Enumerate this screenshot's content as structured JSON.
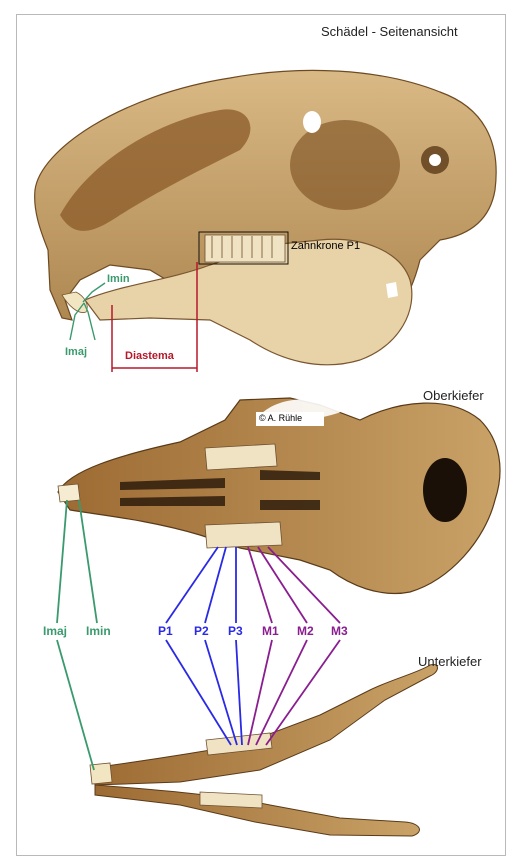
{
  "titles": {
    "side_view": "Schädel - Seitenansicht",
    "upper_jaw": "Oberkiefer",
    "lower_jaw": "Unterkiefer"
  },
  "copyright": "© A. Rühle",
  "side_labels": {
    "crown": "Zahnkrone  P1",
    "diastema": "Diastema",
    "incisor_minor": "Imin",
    "incisor_major": "Imaj"
  },
  "tooth_labels": {
    "incisor_major": "Imaj",
    "incisor_minor": "Imin",
    "premolars": [
      "P1",
      "P2",
      "P3"
    ],
    "molars": [
      "M1",
      "M2",
      "M3"
    ]
  },
  "colors": {
    "incisor_lines": "#3a9a6e",
    "premolar_lines": "#2a2ae6",
    "molar_lines": "#8a1d8f",
    "diastema": "#b5182a",
    "bone": "#c8a46d"
  }
}
